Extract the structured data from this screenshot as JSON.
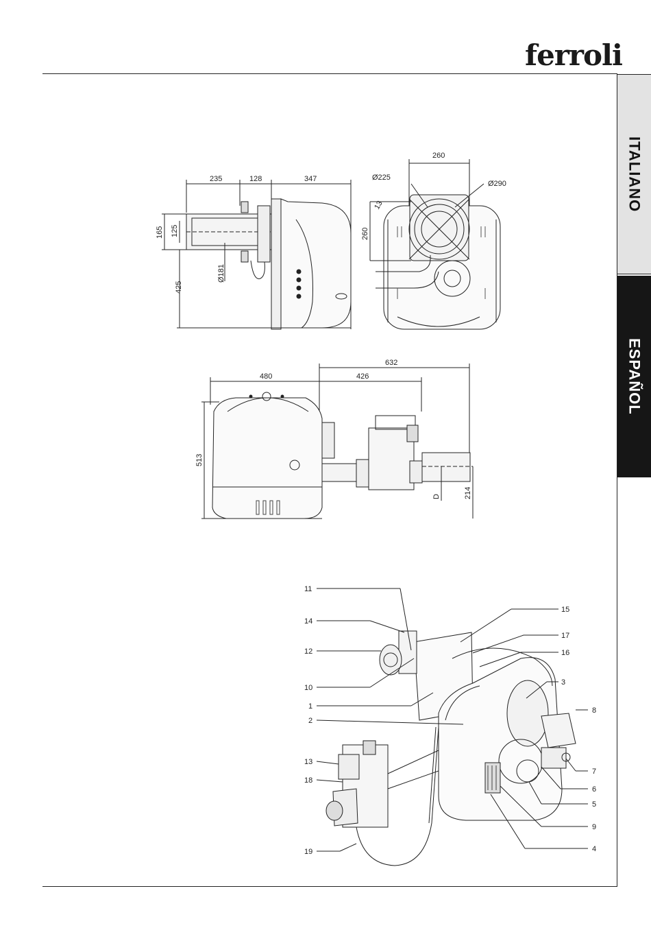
{
  "brand": {
    "logo_text": "ferroli"
  },
  "language_tabs": [
    {
      "label": "ITALIANO",
      "active": false
    },
    {
      "label": "ESPAÑOL",
      "active": true
    }
  ],
  "side_view": {
    "dim_235": "235",
    "dim_128": "128",
    "dim_347": "347",
    "dim_165": "165",
    "dim_125": "125",
    "dim_181": "Ø181",
    "dim_425": "425"
  },
  "front_view": {
    "dim_260_top": "260",
    "dim_225": "Ø225",
    "dim_290": "Ø290",
    "dim_13": "13",
    "dim_260_left": "260"
  },
  "top_view": {
    "dim_632": "632",
    "dim_480": "480",
    "dim_426": "426",
    "dim_513": "513",
    "dim_D": "D",
    "dim_214": "214"
  },
  "component_labels": {
    "l11": "11",
    "l14": "14",
    "l12": "12",
    "l10": "10",
    "l1": "1",
    "l2": "2",
    "l13": "13",
    "l18": "18",
    "l19": "19",
    "l15": "15",
    "l17": "17",
    "l16": "16",
    "l3": "3",
    "l8": "8",
    "l7": "7",
    "l6": "6",
    "l5": "5",
    "l9": "9",
    "l4": "4"
  }
}
